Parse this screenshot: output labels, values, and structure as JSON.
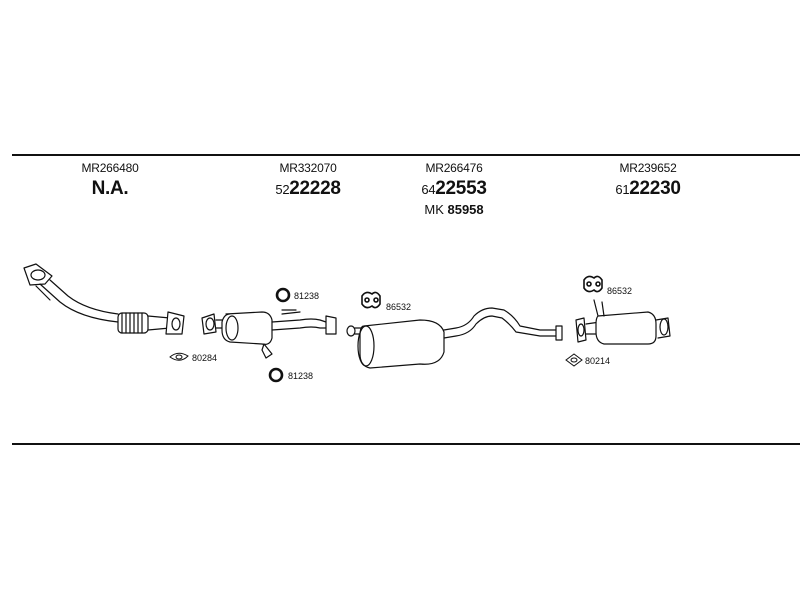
{
  "parts": [
    {
      "oem": "MR266480",
      "code": "N.A.",
      "code_prefix": "",
      "code_main": ""
    },
    {
      "oem": "MR332070",
      "code_prefix": "52",
      "code_main": "22228"
    },
    {
      "oem": "MR266476",
      "code_prefix": "64",
      "code_main": "22553",
      "extra_prefix": "MK",
      "extra_main": "85958"
    },
    {
      "oem": "MR239652",
      "code_prefix": "61",
      "code_main": "22230"
    }
  ],
  "accessories": {
    "gasket_front": "80284",
    "ring_top": "81238",
    "ring_bottom": "81238",
    "hanger_center": "86532",
    "hanger_rear": "86532",
    "gasket_rear": "80214"
  }
}
